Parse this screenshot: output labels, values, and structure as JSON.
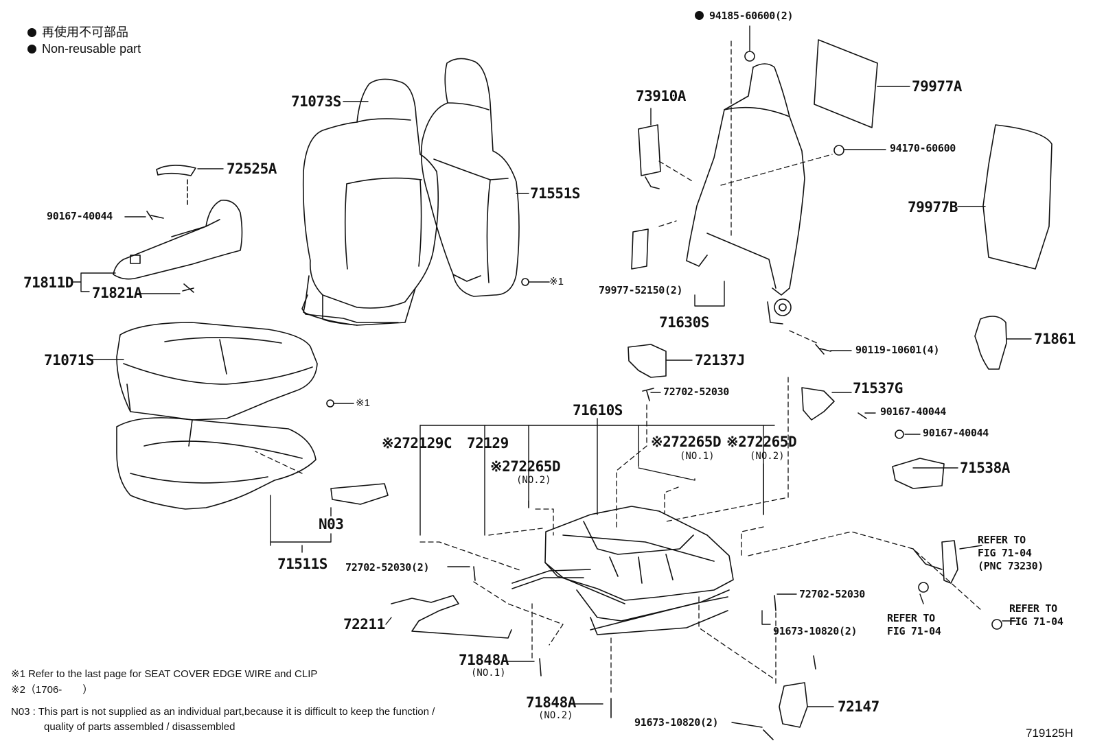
{
  "legend": {
    "line_jp": "再使用不可部品",
    "line_en": "Non-reusable part"
  },
  "parts": {
    "p94185": "94185-60600(2)",
    "p79977A": "79977A",
    "p73910A": "73910A",
    "p94170": "94170-60600",
    "p71073S": "71073S",
    "p72525A": "72525A",
    "p71551S": "71551S",
    "p90167a": "90167-40044",
    "p79977B": "79977B",
    "p71811D": "71811D",
    "p71821A": "71821A",
    "p79977_52150": "79977-52150(2)",
    "mark1_a": "※1",
    "p71630S": "71630S",
    "p71861": "71861",
    "p90119": "90119-10601(4)",
    "p71071S": "71071S",
    "p72137J": "72137J",
    "p72702a": "72702-52030",
    "p71537G": "71537G",
    "mark1_b": "※1",
    "p71610S": "71610S",
    "p90167b": "90167-40044",
    "p90167c": "90167-40044",
    "p72129C": "※272129C",
    "p72129": "72129",
    "p72265D_mid": "※272265D",
    "p72265D_mid_sub": "(NO.1)",
    "p72265D_r": "※272265D",
    "p72265D_r_sub": "(NO.2)",
    "p71538A": "71538A",
    "p72265D_l": "※272265D",
    "p72265D_l_sub": "(NO.2)",
    "pN03": "N03",
    "refer1_l1": "REFER TO",
    "refer1_l2": "FIG 71-04",
    "refer1_l3": "(PNC 73230)",
    "p71511S": "71511S",
    "p72702_2": "72702-52030(2)",
    "p72702b": "72702-52030",
    "refer2_l1": "REFER TO",
    "refer2_l2": "FIG 71-04",
    "refer3_l1": "REFER TO",
    "refer3_l2": "FIG 71-04",
    "p72211": "72211",
    "p91673a": "91673-10820(2)",
    "p71848A_1": "71848A",
    "p71848A_1_sub": "(NO.1)",
    "p71848A_2": "71848A",
    "p71848A_2_sub": "(NO.2)",
    "p72147": "72147",
    "p91673b": "91673-10820(2)"
  },
  "notes": {
    "n1": "※1  Refer to the last page for SEAT COVER EDGE WIRE and CLIP",
    "n2": "※2（1706-　　）",
    "n3a": "N03 : This part is not supplied as an individual part,because it is difficult to keep the function /",
    "n3b": "quality of parts assembled / disassembled"
  },
  "figure_id": "719125H"
}
